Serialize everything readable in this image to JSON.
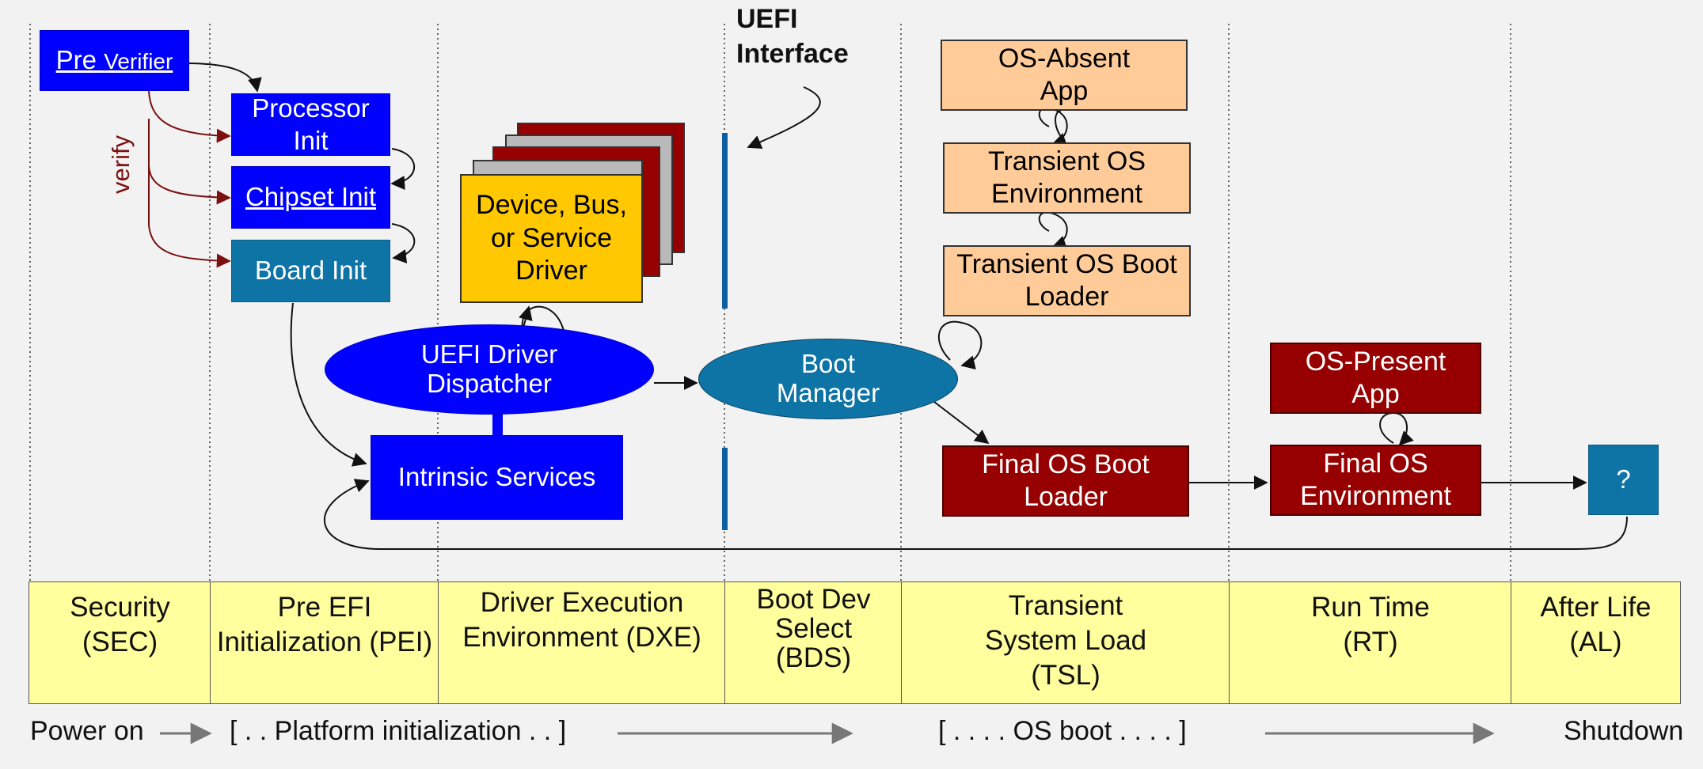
{
  "uefi_interface_label": "UEFI\nInterface",
  "verify_label": "verify",
  "pre_verifier": {
    "big": "Pre",
    "small": "Verifier"
  },
  "pei": {
    "processor_init": "Processor\nInit",
    "chipset_init": "Chipset Init",
    "board_init": "Board Init"
  },
  "dxe": {
    "driver_box": "Device,  Bus,\nor Service\nDriver",
    "dispatcher": "UEFI Driver\nDispatcher",
    "intrinsic_services": "Intrinsic Services"
  },
  "bds": {
    "boot_manager": "Boot\nManager"
  },
  "tsl": {
    "os_absent_app": "OS-Absent\nApp",
    "transient_os_env": "Transient OS\nEnvironment",
    "transient_os_boot_loader": "Transient OS Boot\nLoader",
    "final_os_boot_loader": "Final OS Boot\nLoader"
  },
  "rt": {
    "os_present_app": "OS-Present\nApp",
    "final_os_env": "Final OS\nEnvironment"
  },
  "al": {
    "unknown": "?"
  },
  "phases": [
    {
      "label": "Security\n(SEC)"
    },
    {
      "label": "Pre EFI\nInitialization (PEI)"
    },
    {
      "label": "Driver Execution\nEnvironment (DXE)"
    },
    {
      "label": "Boot Dev\nSelect\n(BDS)"
    },
    {
      "label": "Transient\nSystem Load\n(TSL)"
    },
    {
      "label": "Run Time\n(RT)"
    },
    {
      "label": "After Life\n(AL)"
    }
  ],
  "timeline": {
    "power_on": "Power on",
    "platform_init": "[ . . Platform initialization . . ]",
    "os_boot": "[ . . . . OS boot . . . . ]",
    "shutdown": "Shutdown"
  },
  "colors": {
    "blue": "#0000ff",
    "teal": "#0e73a5",
    "peach": "#ffcc99",
    "dark_red": "#960000",
    "driver_yellow": "#ffc800",
    "phase_yellow": "#ffff9e",
    "verify_red": "#7a1010"
  }
}
